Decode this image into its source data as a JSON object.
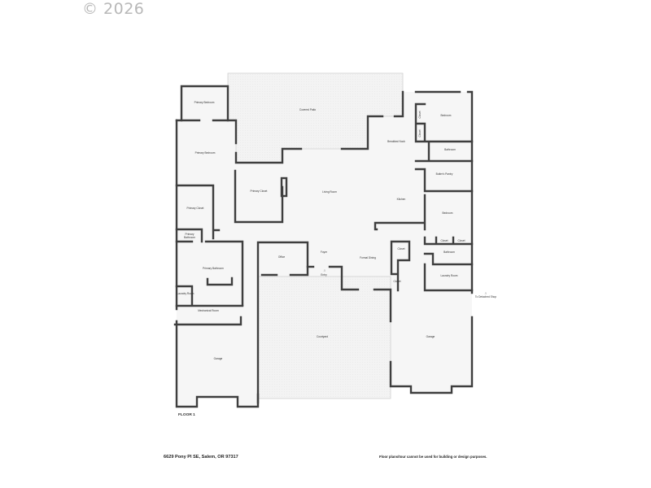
{
  "copyright": "© 2026",
  "floor_label": "FLOOR 1",
  "address": "6629 Pony Pl SE, Salem, OR 97317",
  "disclaimer": "Floor plans/tour cannot be used for building or design purposes.",
  "rooms": {
    "primary_bedroom_top": "Primary Bedroom",
    "covered_patio": "Covered Patio",
    "primary_bedroom": "Primary Bedroom",
    "primary_closet": "Primary Closet",
    "living_room": "Living Room",
    "breakfast_nook": "Breakfast Nook",
    "kitchen": "Kitchen",
    "bedroom_1": "Bedroom",
    "closet_1": "Closet",
    "closet_2": "Closet",
    "bathroom_1": "Bathroom",
    "butlers_pantry": "Butler's Pantry",
    "bedroom_2": "Bedroom",
    "closet_3": "Closet",
    "closet_4": "Closet",
    "bathroom_2": "Bathroom",
    "laundry_room_right": "Laundry Room",
    "primary_closet_2": "Primary Closet",
    "primary_bathroom_small_1": "Primary",
    "primary_bathroom_small_2": "Bathroom",
    "primary_bathroom": "Primary Bathroom",
    "laundry_room_left": "Laundry Room",
    "mechanical_room": "Mechanical Room",
    "office": "Office",
    "foyer": "Foyer",
    "entry": "Entry",
    "formal_dining": "Formal Dining",
    "closet_5": "Closet",
    "closet_6": "Closet",
    "courtyard": "Courtyard",
    "garage_left": "Garage",
    "garage_right": "Garage",
    "detached_shop": "To Detached Shop"
  }
}
